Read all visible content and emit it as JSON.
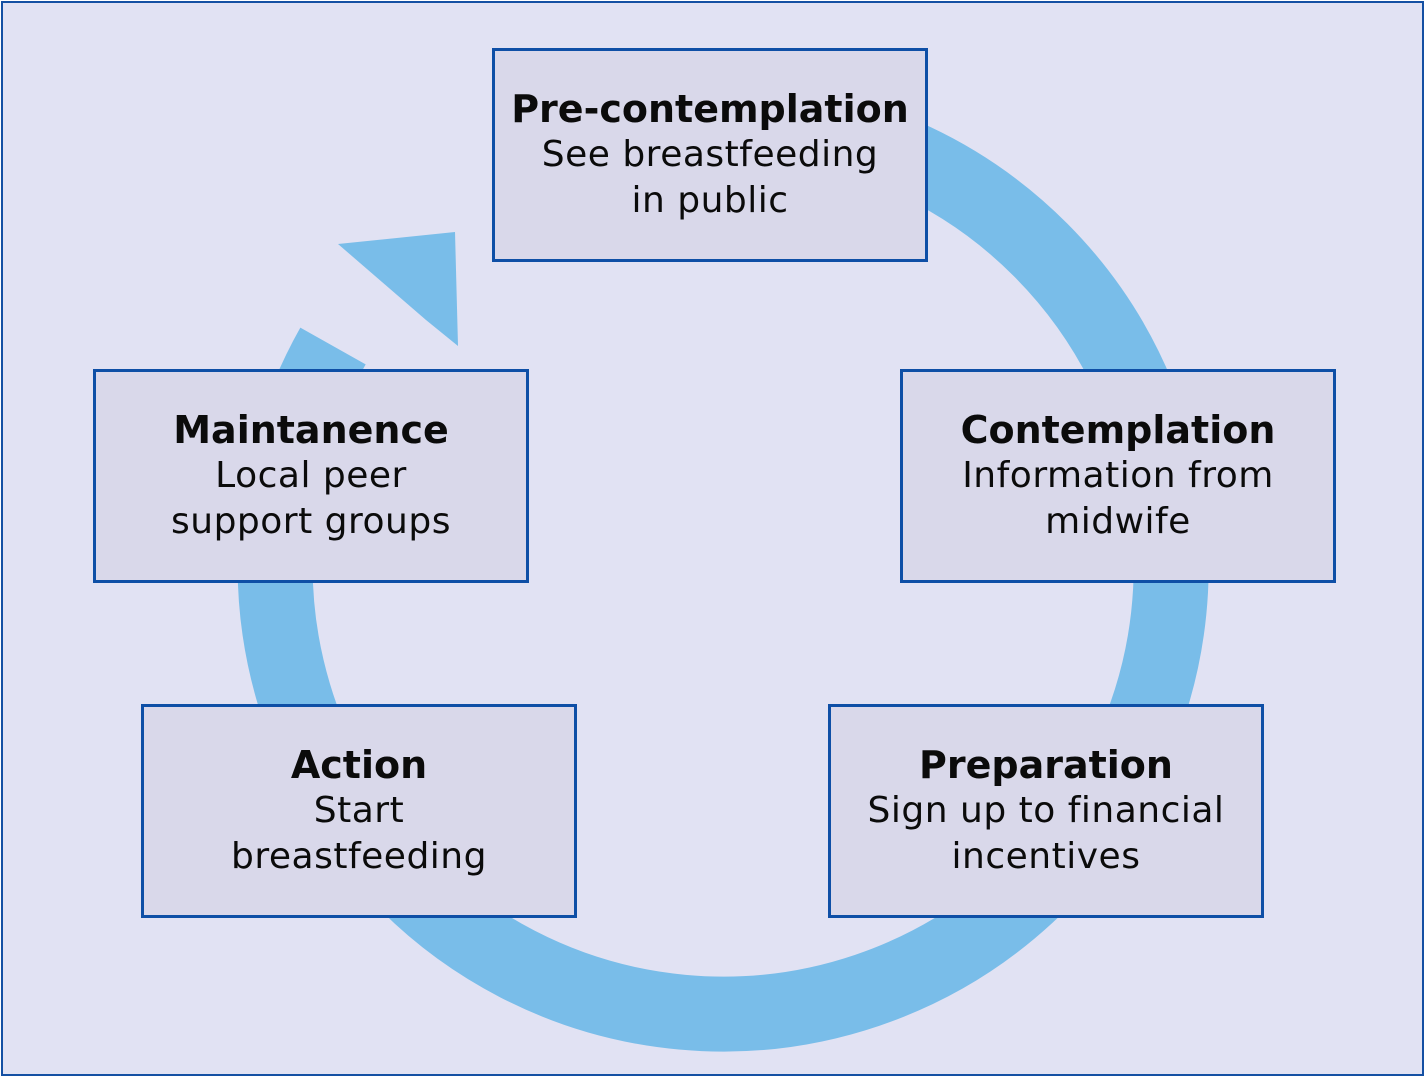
{
  "diagram": {
    "stages": [
      {
        "id": "pre",
        "title": "Pre-contemplation",
        "description": "See breastfeeding in public"
      },
      {
        "id": "cont",
        "title": "Contemplation",
        "description": "Information from midwife"
      },
      {
        "id": "prep",
        "title": "Preparation",
        "description": "Sign up to financial incentives"
      },
      {
        "id": "act",
        "title": "Action",
        "description": "Start breastfeeding"
      },
      {
        "id": "maint",
        "title": "Maintanence",
        "description": "Local peer support groups"
      }
    ],
    "colors": {
      "background": "#e1e2f3",
      "frame_border": "#1450a3",
      "box_fill": "#d9d8ea",
      "box_border": "#0e4fa6",
      "cycle_arrow": "#79bde9"
    }
  }
}
